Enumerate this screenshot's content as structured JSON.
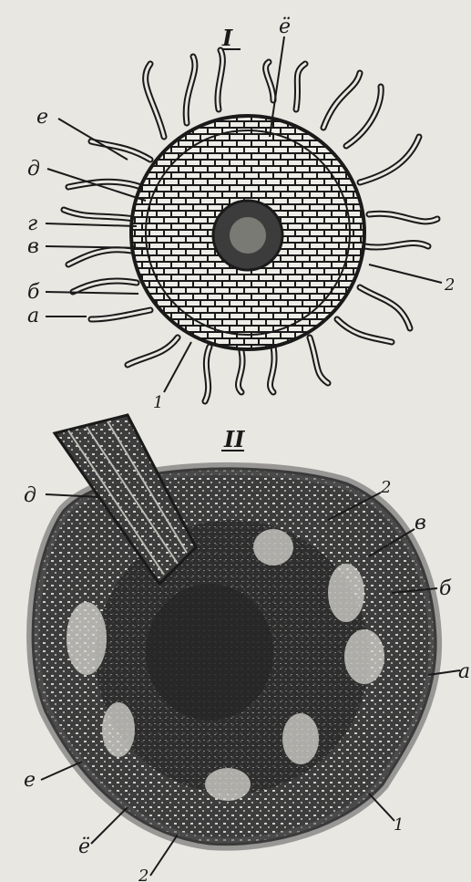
{
  "figure_I": {
    "title": "I",
    "labels": {
      "yo": "ё",
      "ye": "е",
      "d": "д",
      "g": "г",
      "v": "в",
      "b": "б",
      "a": "а",
      "one": "1",
      "two": "2"
    }
  },
  "figure_II": {
    "title": "II",
    "labels": {
      "d": "д",
      "two_top": "2",
      "v": "в",
      "b": "б",
      "a": "а",
      "ye": "е",
      "yo": "ё",
      "one": "1",
      "two_bottom": "2"
    }
  },
  "colors": {
    "paper": "#e8e7e2",
    "ink": "#1a1a1a",
    "dark_tissue": "#3a3a3a"
  }
}
